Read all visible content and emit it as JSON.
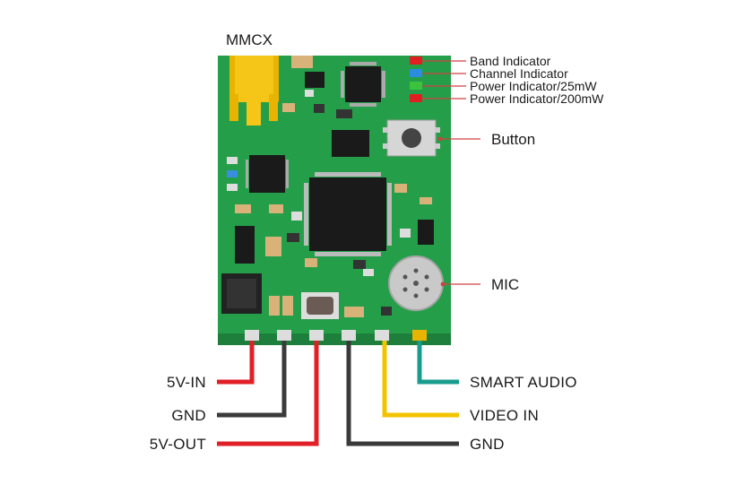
{
  "labels": {
    "mmcx": "MMCX",
    "band_indicator": "Band Indicator",
    "channel_indicator": "Channel Indicator",
    "power_25": "Power Indicator/25mW",
    "power_200": "Power Indicator/200mW",
    "button": "Button",
    "mic": "MIC"
  },
  "pins_left": {
    "vin": "5V-IN",
    "gnd": "GND",
    "vout": "5V-OUT"
  },
  "pins_right": {
    "smart_audio": "SMART AUDIO",
    "video_in": "VIDEO IN",
    "gnd": "GND"
  },
  "colors": {
    "pcb": "#259e4a",
    "pcb_dark": "#1d7f3b",
    "wire_red": "#e01f26",
    "wire_black": "#3a3a3a",
    "wire_yellow": "#f2c400",
    "wire_teal": "#1a9c8c",
    "led_red": "#e02020",
    "led_blue": "#2a8de0",
    "led_green": "#3cc23c",
    "gold": "#e8b400"
  }
}
